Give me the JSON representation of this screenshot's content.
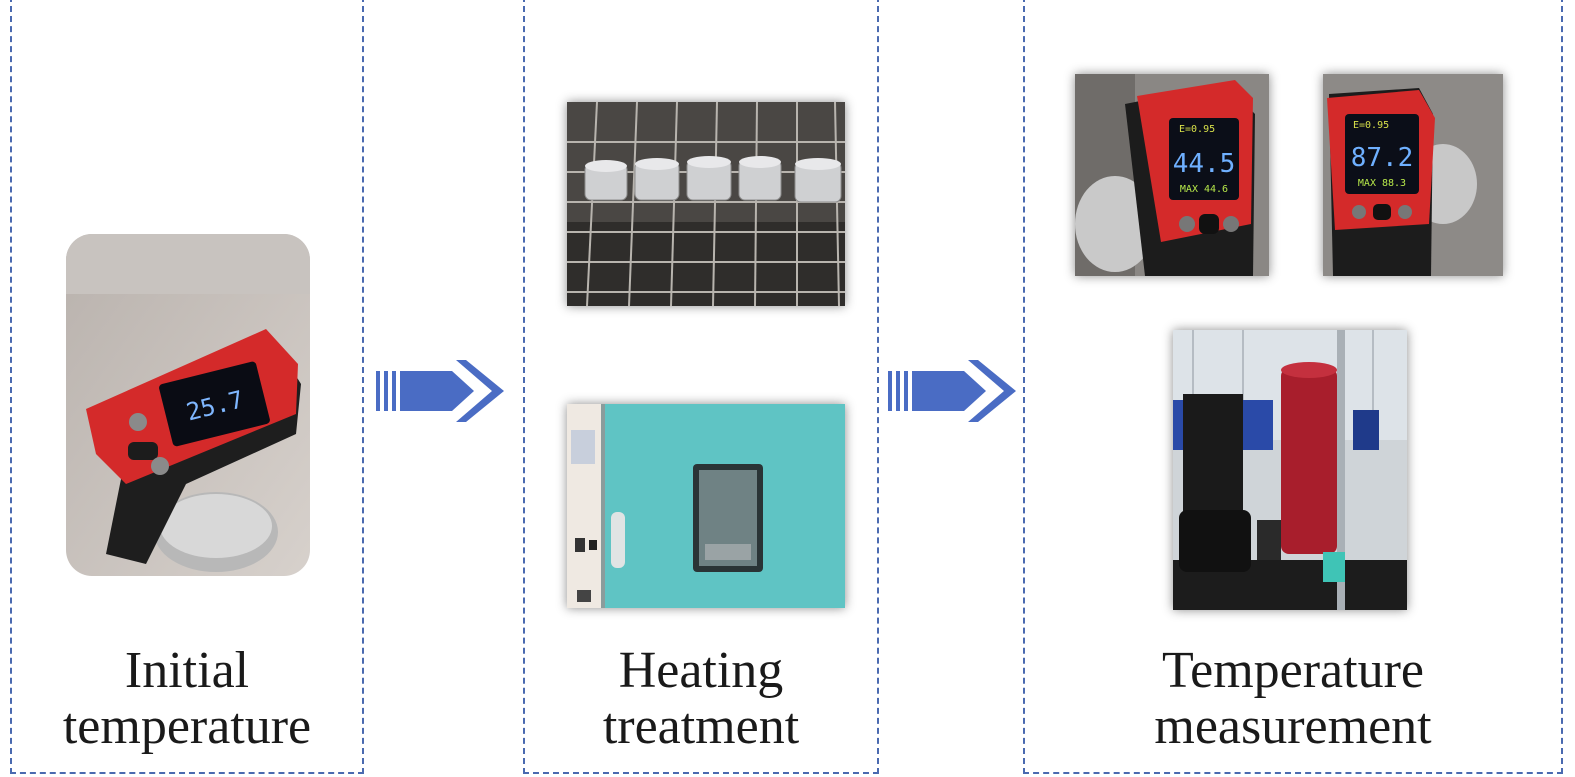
{
  "panels": {
    "initial": {
      "caption_line1": "Initial",
      "caption_line2": "temperature",
      "thermometer_reading": "25.7"
    },
    "heating": {
      "caption_line1": "Heating",
      "caption_line2": "treatment"
    },
    "measurement": {
      "caption_line1": "Temperature",
      "caption_line2": "measurement",
      "reading_a": "44.5",
      "reading_a_sub": "MAX 44.6",
      "reading_b": "87.2",
      "reading_b_sub": "MAX 88.3",
      "emissivity": "E=0.95"
    }
  },
  "colors": {
    "border": "#4a6ab0",
    "arrow": "#4a6cc4",
    "thermometer_red": "#d42a2a",
    "oven_teal": "#5fc4c4"
  }
}
